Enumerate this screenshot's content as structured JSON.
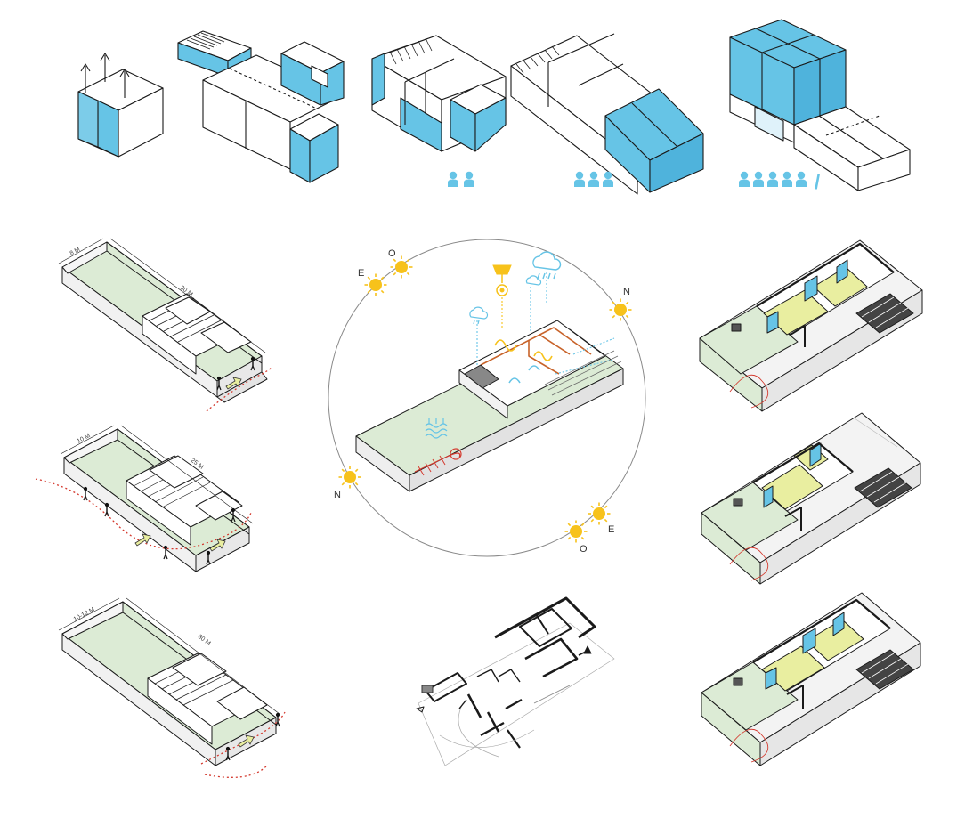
{
  "colors": {
    "line": "#1a1a1a",
    "blue": "#66c4e6",
    "blue_dark": "#2a9bc9",
    "green": "#dcebd5",
    "yellow": "#e9eea0",
    "sun": "#f7c21b",
    "red": "#d43a2f",
    "orange": "#c8632a",
    "grey": "#9a9a9a"
  },
  "labels": {
    "lot_a_width": "8 M",
    "lot_a_length": "30 M",
    "lot_b_width": "10 M",
    "lot_b_length": "25 M",
    "lot_c_width": "10-12 M",
    "lot_c_length": "30 M"
  },
  "compass": {
    "e_top": "E",
    "o_top": "O",
    "n_right": "N",
    "n_left": "N",
    "o_bottom": "O",
    "e_bottom": "E"
  },
  "occupants": {
    "stage_3": 2,
    "stage_4": 3,
    "stage_5": 5,
    "stage_5_separator": "/"
  },
  "icons": [
    "sun-icon",
    "cloud-rain-icon",
    "lamp-icon",
    "person-icon",
    "arrow-icon",
    "water-tank-icon"
  ]
}
